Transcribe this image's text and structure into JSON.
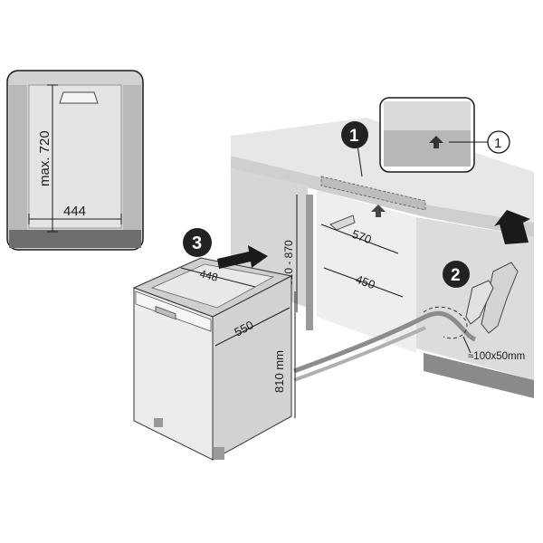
{
  "inset": {
    "height_label": "max. 720",
    "width_label": "444"
  },
  "callouts": {
    "step1": "1",
    "step2": "2",
    "step3": "3",
    "detail_ref": "1"
  },
  "dimensions": {
    "top_width": "448",
    "depth": "550",
    "height": "810 mm",
    "niche_height": "810 - 870",
    "niche_depth": "570",
    "niche_width": "450",
    "opening": "≈100x50mm"
  },
  "colors": {
    "badge": "#222222",
    "panel_gray": "#c9c9c9",
    "light_gray": "#e3e3e3",
    "dark_strip": "#6e6e6e"
  }
}
